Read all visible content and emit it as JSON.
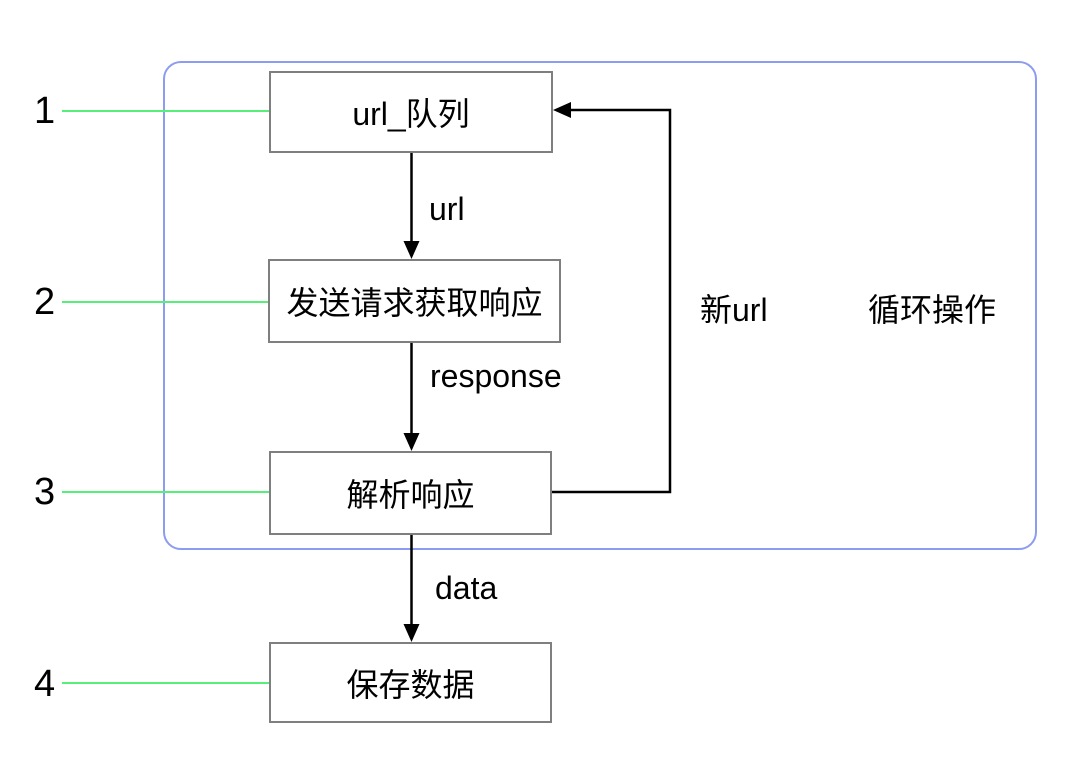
{
  "diagram": {
    "title_hint": "crawler flow",
    "colors": {
      "loop_boundary": "#8c9cf0",
      "step_leader_line": "#57ee79",
      "node_border": "#7f7f7f",
      "arrow": "#000000",
      "text": "#000000",
      "background": "#ffffff"
    },
    "steps": [
      {
        "number": "1",
        "label": "url_队列"
      },
      {
        "number": "2",
        "label": "发送请求获取响应"
      },
      {
        "number": "3",
        "label": "解析响应"
      },
      {
        "number": "4",
        "label": "保存数据"
      }
    ],
    "edge_labels": {
      "url": "url",
      "response": "response",
      "data": "data",
      "new_url": "新url",
      "loop_note": "循环操作"
    }
  }
}
